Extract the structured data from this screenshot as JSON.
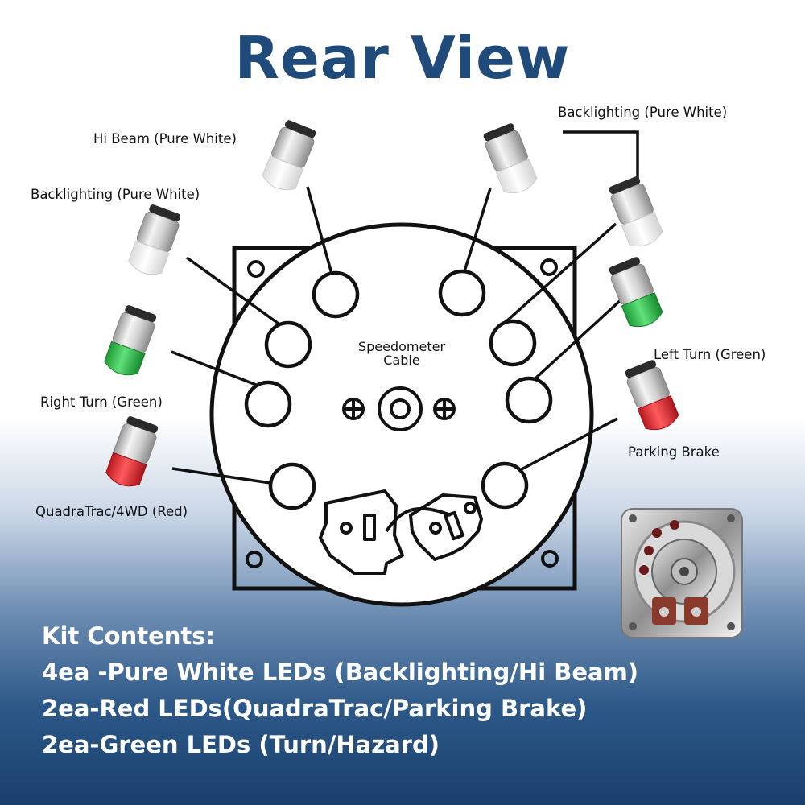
{
  "title": "Rear View",
  "labels": {
    "hi_beam": "Hi Beam (Pure White)",
    "backlighting_left": "Backlighting (Pure White)",
    "backlighting_right": "Backlighting (Pure White)",
    "right_turn": "Right Turn (Green)",
    "left_turn": "Left Turn (Green)",
    "quadratrac": "QuadraTrac/4WD (Red)",
    "parking_brake": "Parking Brake",
    "speedometer": "Speedometer\nCabie"
  },
  "kit": {
    "heading": "Kit Contents:",
    "lines": [
      "4ea -Pure White LEDs (Backlighting/Hi Beam)",
      "2ea-Red LEDs(QuadraTrac/Parking Brake)",
      "2ea-Green LEDs (Turn/Hazard)"
    ]
  },
  "colors": {
    "title": "#1f4a7a",
    "white_led": "#f2f2f2",
    "green_led": "#2fc24a",
    "red_led": "#e0262c",
    "line": "#111111"
  }
}
